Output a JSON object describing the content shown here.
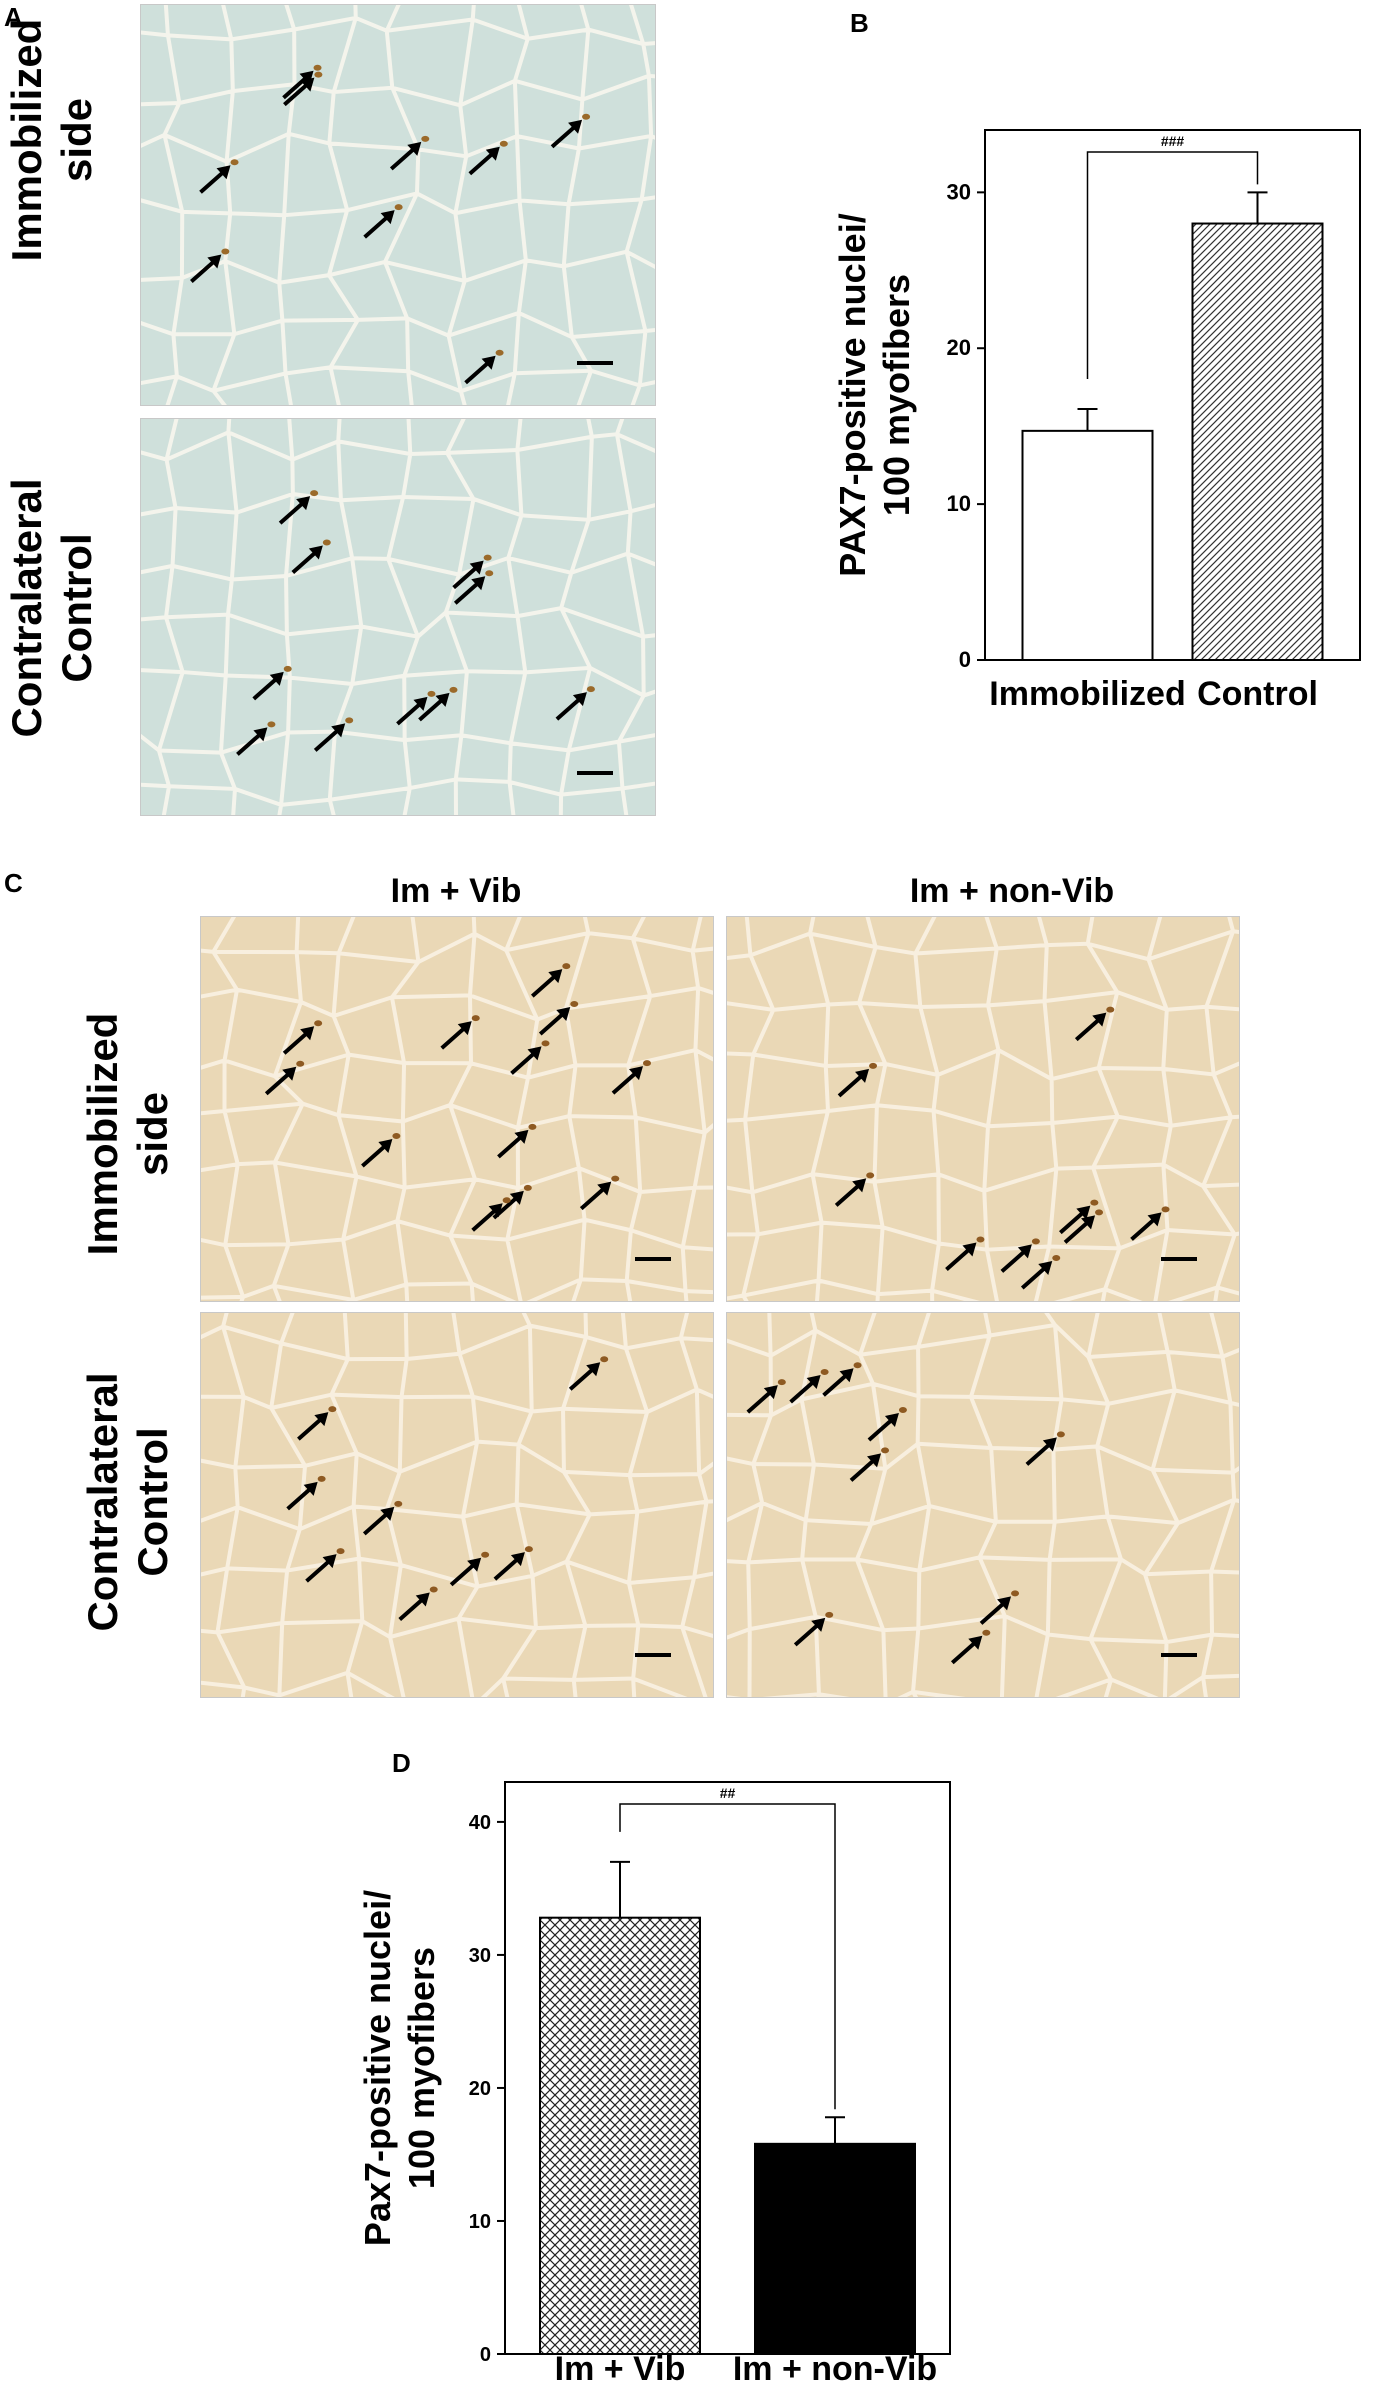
{
  "panels": {
    "a": {
      "letter": "A",
      "row_labels": [
        [
          "Immobilized",
          "side"
        ],
        [
          "Contralateral",
          "Control"
        ]
      ],
      "tissue_color": "#cfe0db",
      "membrane_color": "#f4f4ec",
      "stain_color": "#9b6a2a"
    },
    "b": {
      "letter": "B"
    },
    "c": {
      "letter": "C",
      "column_labels": [
        "Im + Vib",
        "Im + non-Vib"
      ],
      "row_labels": [
        [
          "Immobilized",
          "side"
        ],
        [
          "Contralateral",
          "Control"
        ]
      ],
      "tissue_color": "#ead8b6",
      "membrane_color": "#f8efdf",
      "stain_color": "#8e5a22"
    },
    "d": {
      "letter": "D"
    }
  },
  "chart_data": [
    {
      "type": "bar",
      "panel": "B",
      "categories": [
        "Immobilized",
        "Control"
      ],
      "values": [
        14.7,
        28.0
      ],
      "errors": [
        1.4,
        2.0
      ],
      "patterns": [
        "none",
        "diagonal-hatch"
      ],
      "ylabel": "PAX7-positive nuclei/\n100 myofibers",
      "ylim": [
        0,
        34
      ],
      "yticks": [
        0,
        10,
        20,
        30
      ],
      "significance": "###"
    },
    {
      "type": "bar",
      "panel": "D",
      "categories": [
        "Im + Vib",
        "Im + non-Vib"
      ],
      "values": [
        32.8,
        15.8
      ],
      "errors": [
        4.2,
        2.0
      ],
      "patterns": [
        "crosshatch",
        "solid-black"
      ],
      "ylabel": "Pax7-positive nuclei/\n100 myofibers",
      "ylim": [
        0,
        43
      ],
      "yticks": [
        0,
        10,
        20,
        30,
        40
      ],
      "significance": "##"
    }
  ]
}
